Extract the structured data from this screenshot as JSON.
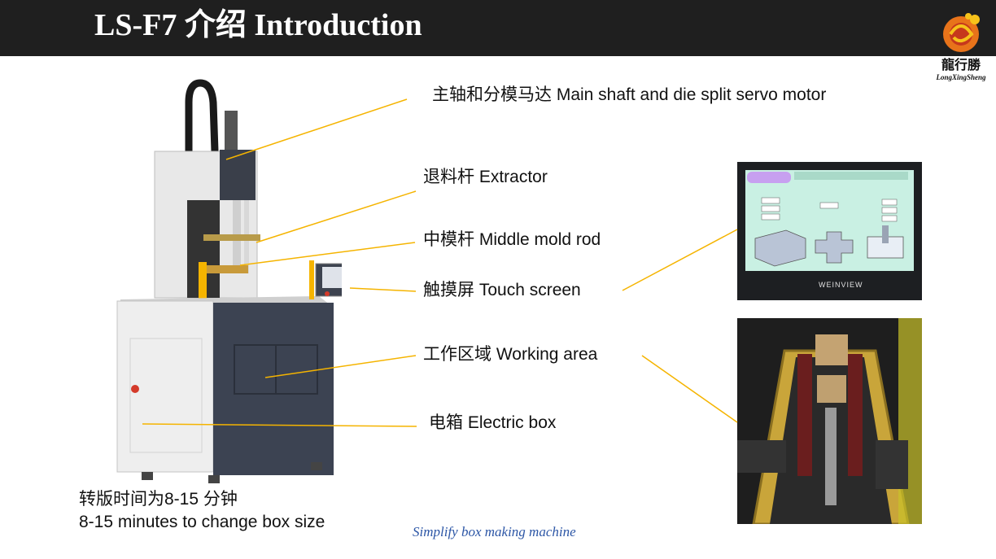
{
  "header": {
    "title": "LS-F7 介绍 Introduction",
    "accent_color": "#f5b400"
  },
  "logo": {
    "name_cn": "龍行勝",
    "name_en": "LongXingSheng"
  },
  "labels": {
    "main_shaft": "主轴和分模马达  Main shaft and die split servo motor",
    "extractor": "退料杆 Extractor",
    "middle_mold_rod": "中模杆 Middle mold rod",
    "touch_screen": "触摸屏 Touch screen",
    "working_area": "工作区域 Working area",
    "electric_box": "电箱 Electric box"
  },
  "changeover": {
    "cn": "转版时间为8-15 分钟",
    "en": "8-15 minutes to change box size"
  },
  "footer": "Simplify box making machine",
  "screen_brand": "WEINVIEW",
  "leader_color": "#f5b400"
}
